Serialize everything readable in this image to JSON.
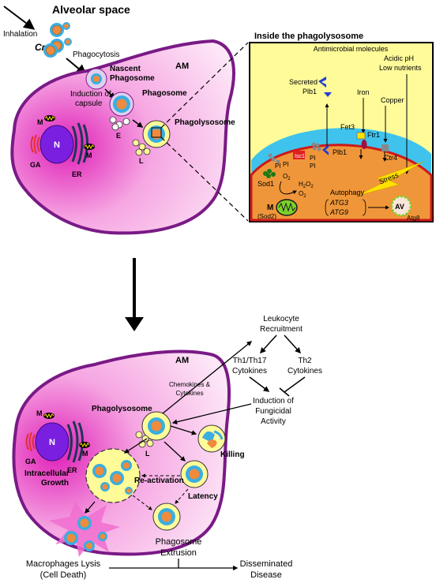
{
  "top": {
    "alveolar_space": "Alveolar space",
    "inhalation": "Inhalation",
    "cn": "Cn",
    "phagocytosis": "Phagocytosis",
    "am": "AM",
    "nascent_1": "Nascent",
    "nascent_2": "Phagosome",
    "induction_1": "Induction of",
    "induction_2": "capsule",
    "phagosome": "Phagosome",
    "e": "E",
    "phagolysosome": "Phagolysosome",
    "l": "L",
    "m1": "M",
    "m2": "M",
    "n": "N",
    "ga": "GA",
    "er": "ER"
  },
  "inside": {
    "title": "Inside the phagolysosome",
    "env_1": "Antimicrobial molecules",
    "env_2": "Acidic pH",
    "env_3": "Low nutrients",
    "secreted_1": "Secreted",
    "secreted_2": "Plb1",
    "iron": "Iron",
    "copper": "Copper",
    "fet3": "Fet3",
    "ftr1": "Ftr1",
    "ctr4": "Ctr4",
    "plb1": "Plb1",
    "pi1": "PI",
    "pi2": "PI",
    "pi3": "PI",
    "pi4": "PI",
    "isc1": "Isc1",
    "stress": "Stress",
    "sod1": "Sod1",
    "o2a": "O",
    "o2b": "O",
    "h2o2": "H",
    "m": "M",
    "sod2": "(Sod2)",
    "autophagy": "Autophagy",
    "atg3": "ATG3",
    "atg9": "ATG9",
    "av": "AV",
    "atg8": "Atg8"
  },
  "bottom": {
    "am": "AM",
    "phagolysosome": "Phagolysosome",
    "m1": "M",
    "m2": "M",
    "n": "N",
    "ga": "GA",
    "er": "ER",
    "l": "L",
    "chemokines_1": "Chemokines &",
    "chemokines_2": "Cytokines",
    "leuko_1": "Leukocyte",
    "leuko_2": "Recruitment",
    "th1_1": "Th1/Th17",
    "th1_2": "Cytokines",
    "th2_1": "Th2",
    "th2_2": "Cytokines",
    "ind_1": "Induction of",
    "ind_2": "Fungicidal",
    "ind_3": "Activity",
    "killing": "Killing",
    "intra_1": "Intracellular",
    "intra_2": "Growth",
    "reactivation": "Re-activation",
    "latency": "Latency",
    "extrusion_1": "Phagosome",
    "extrusion_2": "Extrusion",
    "lysis_1": "Macrophages Lysis",
    "lysis_2": "(Cell Death)",
    "diss_1": "Disseminated",
    "diss_2": "Disease"
  },
  "colors": {
    "membrane": "#7a1a86",
    "cryptococcus_capsule": "#3aaee0",
    "cryptococcus_cell": "#f08a3c",
    "inside_bg": "#fffb99",
    "nucleus": "#7a1fe0",
    "burst": "#f06ed0"
  }
}
